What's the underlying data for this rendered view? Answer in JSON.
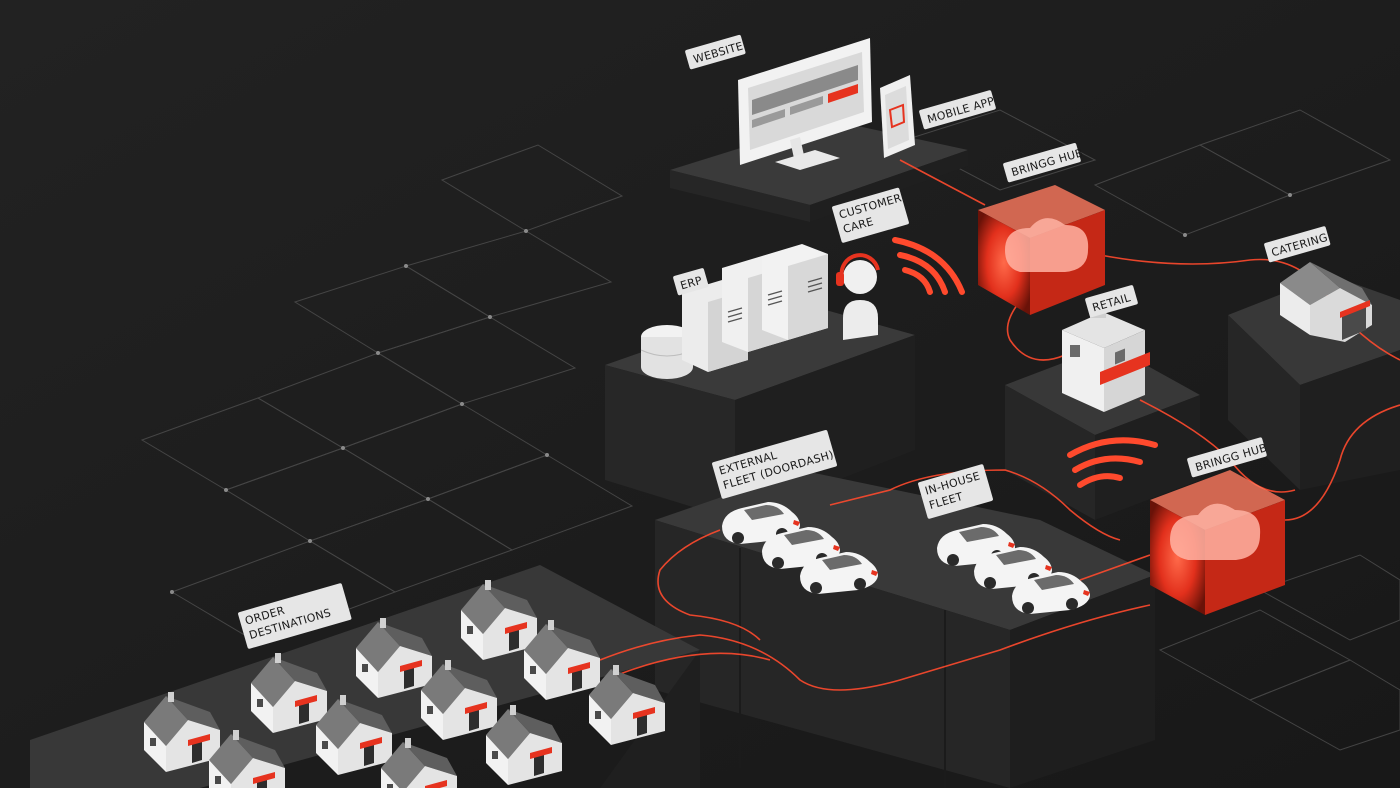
{
  "labels": {
    "website": "WEBSITE",
    "mobile_app": "MOBILE APP",
    "bringg_hub_top": "BRINGG HUB",
    "customer_care_line1": "CUSTOMER",
    "customer_care_line2": "CARE",
    "erp": "ERP",
    "catering": "CATERING",
    "retail": "RETAIL",
    "external_fleet_line1": "EXTERNAL",
    "external_fleet_line2": "FLEET (DOORDASH)",
    "in_house_fleet_line1": "IN-HOUSE",
    "in_house_fleet_line2": "FLEET",
    "bringg_hub_bottom": "BRINGG HUB",
    "order_destinations_line1": "ORDER",
    "order_destinations_line2": "DESTINATIONS"
  },
  "colors": {
    "background": "#1b1b1b",
    "accent": "#ff4a2d",
    "label_bg": "#e6e6e6",
    "block_top": "#3a3a3a",
    "block_side_left": "#262626",
    "block_side_right": "#202020",
    "grid_line": "#4a4a4a",
    "object_white": "#f2f2f2"
  },
  "icons": {
    "website": "desktop-monitor-icon",
    "mobile_app": "phone-cart-icon",
    "bringg_hub": "glowing-cloud-cube-icon",
    "erp": "server-database-icon",
    "customer_care": "headset-agent-icon",
    "signal": "wifi-signal-icon",
    "retail": "store-icon",
    "catering": "warehouse-icon",
    "fleet": "car-icon",
    "order_destinations": "house-icon"
  }
}
